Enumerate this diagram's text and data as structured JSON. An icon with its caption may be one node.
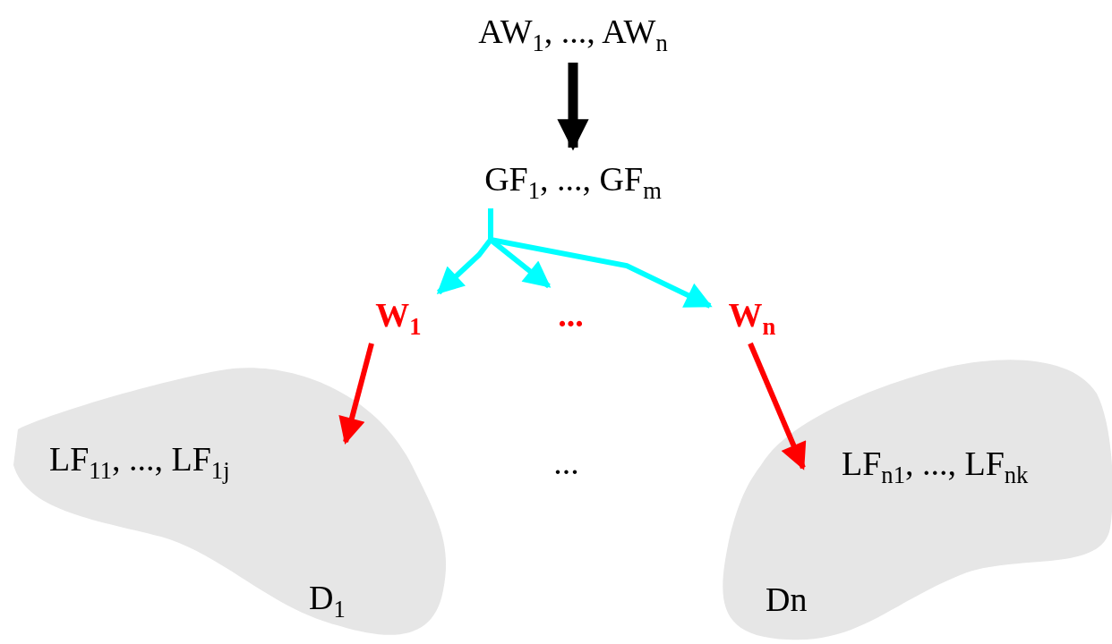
{
  "diagram": {
    "nodes": [
      {
        "text": [
          "AW$_{1}$, ..., AW$_{n}$"
        ]
      },
      {
        "text": [
          "GF$_{1}$, ..., GF$_{m}$"
        ]
      },
      {
        "text": [
          "W$_{1}$"
        ]
      },
      {
        "text": [
          "..."
        ]
      },
      {
        "text": [
          "W$_{n}$"
        ]
      },
      {
        "text": [
          "LF$_{11}$, ..., LF$_{1j}$",
          "D$_{1}$"
        ]
      },
      {
        "text": [
          "LF$_{n1}$, ..., LF$_{nk}$",
          "Dn"
        ]
      }
    ],
    "edges": [
      {
        "from": 0,
        "to": 1,
        "arrow": "to",
        "style": "thick",
        "color": "#000000"
      },
      {
        "from": 1,
        "to": 2,
        "arrow": "to"
      },
      {
        "from": 1,
        "to": 3,
        "arrow": "to"
      },
      {
        "from": 1,
        "to": 4,
        "arrow": "to"
      },
      {
        "from": 2,
        "to": 5,
        "arrow": "to",
        "color": "#ff0000"
      },
      {
        "from": 4,
        "to": 6,
        "arrow": "to",
        "color": "#ff0000"
      }
    ],
    "labels": [
      "..."
    ]
  }
}
